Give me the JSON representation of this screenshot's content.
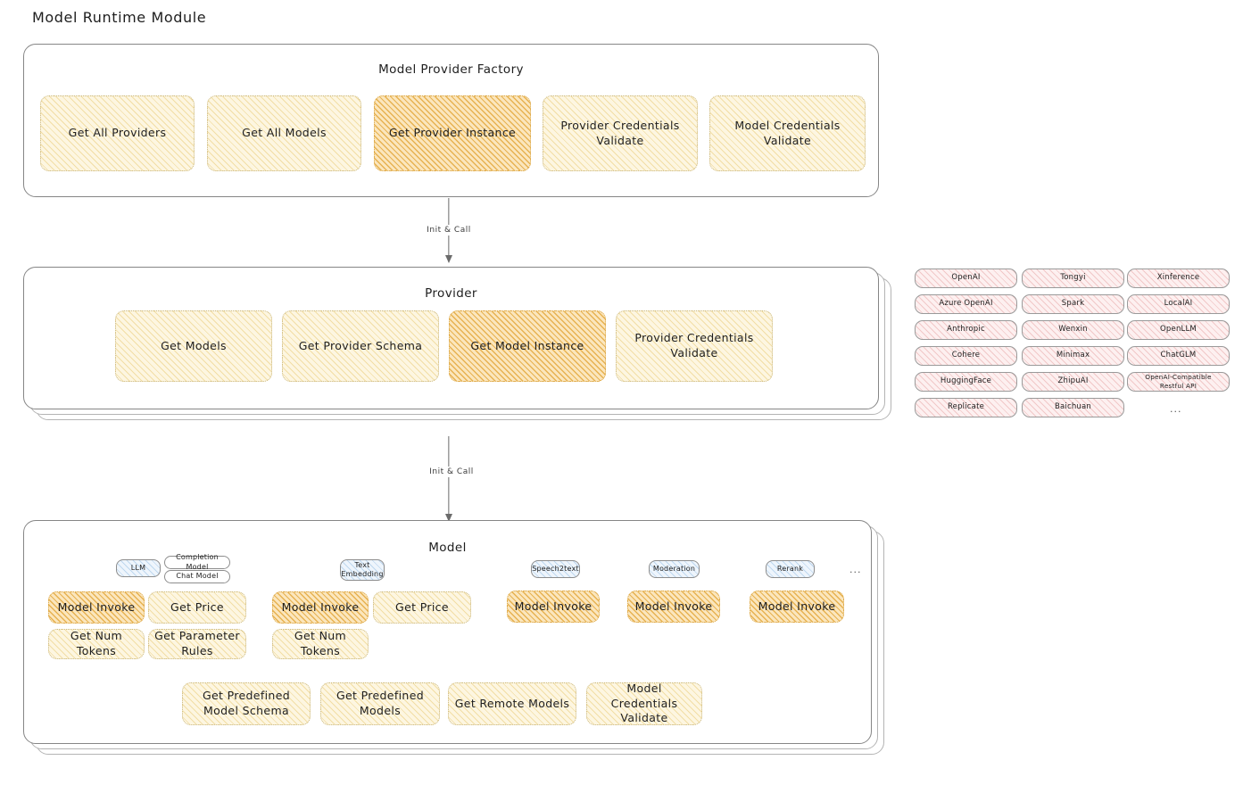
{
  "page": {
    "title": "Model Runtime Module"
  },
  "factory": {
    "title": "Model Provider Factory",
    "methods": [
      {
        "label": "Get All Providers",
        "highlight": false
      },
      {
        "label": "Get All Models",
        "highlight": false
      },
      {
        "label": "Get Provider Instance",
        "highlight": true
      },
      {
        "label": "Provider Credentials Validate",
        "highlight": false
      },
      {
        "label": "Model Credentials Validate",
        "highlight": false
      }
    ]
  },
  "arrows": [
    {
      "label": "Init & Call"
    },
    {
      "label": "Init & Call"
    }
  ],
  "provider": {
    "title": "Provider",
    "methods": [
      {
        "label": "Get Models",
        "highlight": false
      },
      {
        "label": "Get Provider Schema",
        "highlight": false
      },
      {
        "label": "Get Model Instance",
        "highlight": true
      },
      {
        "label": "Provider Credentials Validate",
        "highlight": false
      }
    ]
  },
  "provider_list": {
    "columns": [
      [
        "OpenAI",
        "Azure OpenAI",
        "Anthropic",
        "Cohere",
        "HuggingFace",
        "Replicate"
      ],
      [
        "Tongyi",
        "Spark",
        "Wenxin",
        "Minimax",
        "ZhipuAI",
        "Baichuan"
      ],
      [
        "Xinference",
        "LocalAI",
        "OpenLLM",
        "ChatGLM",
        "OpenAI-Compatible Restful API"
      ]
    ],
    "more": "..."
  },
  "model": {
    "title": "Model",
    "more": "...",
    "types": [
      {
        "badge": "LLM",
        "sub_badges": [
          "Completion Model",
          "Chat Model"
        ],
        "methods": [
          {
            "label": "Model Invoke",
            "highlight": true
          },
          {
            "label": "Get Price",
            "highlight": false
          },
          {
            "label": "Get Num Tokens",
            "highlight": false
          },
          {
            "label": "Get Parameter Rules",
            "highlight": false
          }
        ]
      },
      {
        "badge": "Text Embedding",
        "sub_badges": [],
        "methods": [
          {
            "label": "Model Invoke",
            "highlight": true
          },
          {
            "label": "Get Price",
            "highlight": false
          },
          {
            "label": "Get Num Tokens",
            "highlight": false
          }
        ]
      },
      {
        "badge": "Speech2text",
        "sub_badges": [],
        "methods": [
          {
            "label": "Model Invoke",
            "highlight": true
          }
        ]
      },
      {
        "badge": "Moderation",
        "sub_badges": [],
        "methods": [
          {
            "label": "Model Invoke",
            "highlight": true
          }
        ]
      },
      {
        "badge": "Rerank",
        "sub_badges": [],
        "methods": [
          {
            "label": "Model Invoke",
            "highlight": true
          }
        ]
      }
    ],
    "shared_methods": [
      {
        "label": "Get Predefined Model Schema"
      },
      {
        "label": "Get Predefined Models"
      },
      {
        "label": "Get Remote Models"
      },
      {
        "label": "Model Credentials Validate"
      }
    ]
  },
  "colors": {
    "highlight_fill": "#fbe6bd",
    "soft_fill": "#fdf6e1",
    "provider_fill": "#fdf0f0",
    "badge_fill": "#eef5fc",
    "stroke": "#868686",
    "text": "#1e1e1e"
  }
}
